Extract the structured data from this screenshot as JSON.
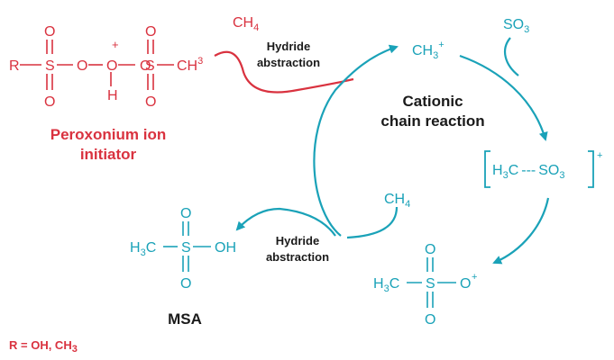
{
  "colors": {
    "initiator": "#d9323f",
    "cycle": "#1aa2b8",
    "text": "#1a1a1a"
  },
  "initiator": {
    "r": "R",
    "s1": "S",
    "s2": "S",
    "o_bridge1": "O",
    "o_bridge2": "O",
    "o_plus": "O",
    "plus": "+",
    "h": "H",
    "o_top1": "O",
    "o_top2": "O",
    "o_bot1": "O",
    "o_bot2": "O",
    "ch": "CH",
    "ch_sub": "3",
    "label_line1": "Peroxonium ion",
    "label_line2": "initiator",
    "r_note": "R = OH, CH",
    "r_note_sub": "3"
  },
  "ch4_top": {
    "text": "CH",
    "sub": "4"
  },
  "hydride_top": {
    "line1": "Hydride",
    "line2": "abstraction"
  },
  "methyl_cation": {
    "text": "CH",
    "sub": "3",
    "sup": "+"
  },
  "so3": {
    "text": "SO",
    "sub": "3"
  },
  "center_label": {
    "line1": "Cationic",
    "line2": "chain reaction"
  },
  "complex": {
    "h": "H",
    "h_sub": "3",
    "c": "C",
    "dash": "---",
    "so": "SO",
    "so_sub": "3",
    "sup": "+"
  },
  "ch4_bottom": {
    "text": "CH",
    "sub": "4"
  },
  "hydride_bottom": {
    "line1": "Hydride",
    "line2": "abstraction"
  },
  "msa": {
    "h": "H",
    "h_sub": "3",
    "c": "C",
    "s": "S",
    "oh": "OH",
    "o_top": "O",
    "o_bot": "O",
    "label": "MSA"
  },
  "intermediate": {
    "h": "H",
    "h_sub": "3",
    "c": "C",
    "s": "S",
    "o_plus": "O",
    "plus": "+",
    "o_top": "O",
    "o_bot": "O"
  }
}
